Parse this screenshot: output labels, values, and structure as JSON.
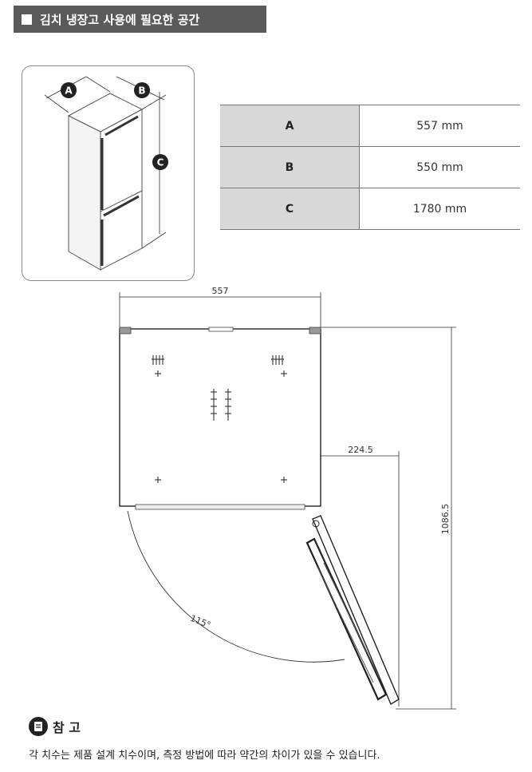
{
  "header": {
    "title": "김치 냉장고 사용에 필요한 공간"
  },
  "perspective": {
    "label_a": "A",
    "label_b": "B",
    "label_c": "C"
  },
  "dimensions": [
    {
      "key": "A",
      "value": "557 mm"
    },
    {
      "key": "B",
      "value": "550 mm"
    },
    {
      "key": "C",
      "value": "1780 mm"
    }
  ],
  "plan": {
    "width_label": "557",
    "door_offset_label": "224.5",
    "depth_label": "1086.5",
    "angle_label": "115°"
  },
  "note": {
    "title": "참 고",
    "text": "각 치수는 제품 설계 치수이며, 측정 방법에 따라 약간의 차이가 있을 수 있습니다."
  }
}
